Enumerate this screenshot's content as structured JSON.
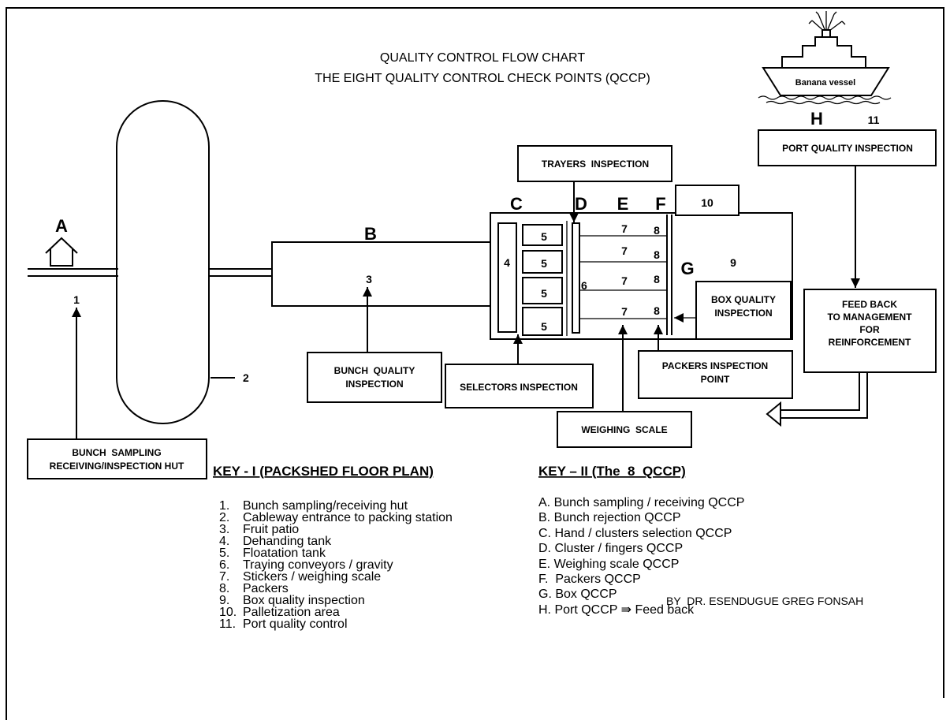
{
  "colors": {
    "ink": "#000000",
    "paper": "#ffffff"
  },
  "title": {
    "line1": "QUALITY CONTROL FLOW CHART",
    "line2": "THE EIGHT QUALITY CONTROL CHECK POINTS (QCCP)"
  },
  "diagram": {
    "letters": {
      "A": "A",
      "B": "B",
      "C": "C",
      "D": "D",
      "E": "E",
      "F": "F",
      "G": "G",
      "H": "H"
    },
    "numbers": {
      "n1": "1",
      "n2": "2",
      "n3": "3",
      "n4": "4",
      "n5": "5",
      "n6": "6",
      "n7": "7",
      "n8": "8",
      "n9": "9",
      "n10": "10",
      "n11": "11"
    },
    "boxes": {
      "bunch_sampling": [
        "BUNCH  SAMPLING",
        "RECEIVING/INSPECTION HUT"
      ],
      "bunch_quality": [
        "BUNCH  QUALITY",
        "INSPECTION"
      ],
      "selectors": [
        "SELECTORS INSPECTION"
      ],
      "trayers": [
        "TRAYERS  INSPECTION"
      ],
      "weighing": [
        "WEIGHING  SCALE"
      ],
      "packers": [
        "PACKERS INSPECTION",
        "POINT"
      ],
      "box_quality": [
        "BOX QUALITY",
        "INSPECTION"
      ],
      "port_quality": [
        "PORT QUALITY INSPECTION"
      ],
      "feedback": [
        "FEED BACK",
        "TO MANAGEMENT",
        "FOR",
        "REINFORCEMENT"
      ]
    },
    "vessel_label": "Banana vessel"
  },
  "key1": {
    "heading": "KEY - I (PACKSHED FLOOR PLAN)",
    "items": [
      {
        "num": "1.",
        "text": "Bunch sampling/receiving hut"
      },
      {
        "num": "2.",
        "text": "Cableway entrance to packing station"
      },
      {
        "num": "3.",
        "text": "Fruit patio"
      },
      {
        "num": "4.",
        "text": "Dehanding tank"
      },
      {
        "num": "5.",
        "text": "Floatation tank"
      },
      {
        "num": "6.",
        "text": "Traying conveyors / gravity"
      },
      {
        "num": "7.",
        "text": "Stickers / weighing scale"
      },
      {
        "num": "8.",
        "text": "Packers"
      },
      {
        "num": "9.",
        "text": "Box quality inspection"
      },
      {
        "num": "10.",
        "text": "Palletization area"
      },
      {
        "num": "11.",
        "text": "Port quality control"
      }
    ]
  },
  "key2": {
    "heading": "KEY – II (The  8  QCCP)",
    "items": [
      "A. Bunch sampling / receiving QCCP",
      "B. Bunch rejection QCCP",
      "C. Hand / clusters selection QCCP",
      "D. Cluster / fingers QCCP",
      "E. Weighing scale QCCP",
      "F.  Packers QCCP",
      "G. Box QCCP",
      "H. Port QCCP ⇛ Feed back"
    ]
  },
  "credit": "BY  DR. ESENDUGUE GREG FONSAH"
}
